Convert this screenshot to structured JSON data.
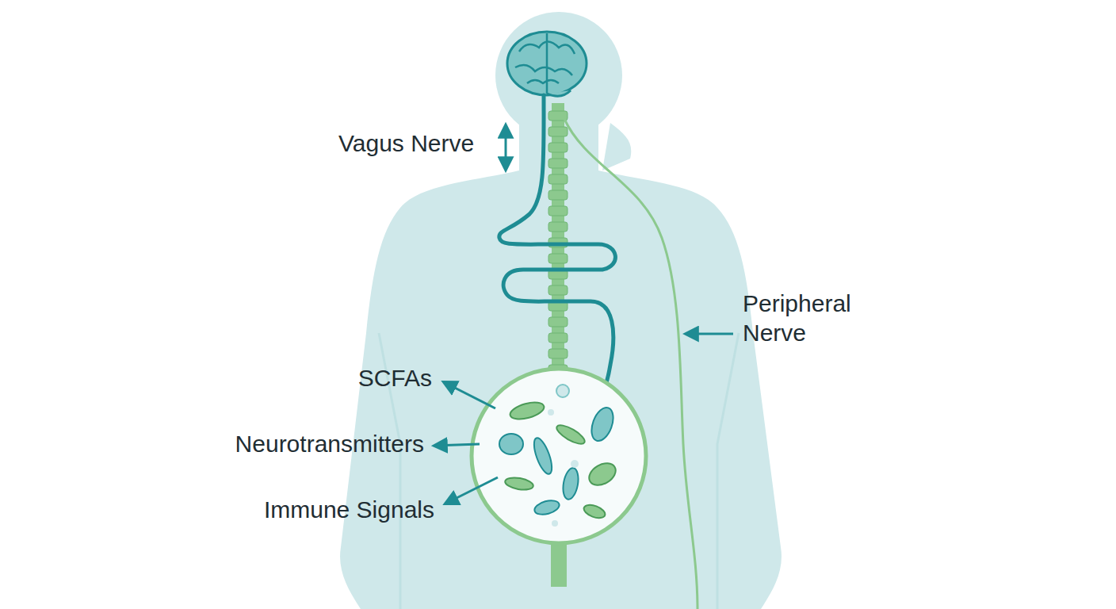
{
  "diagram": {
    "labels": [
      "Vagus Nerve",
      "Peripheral Nerve",
      "SCFAs",
      "Neurotransmitters",
      "Immune Signals"
    ]
  }
}
